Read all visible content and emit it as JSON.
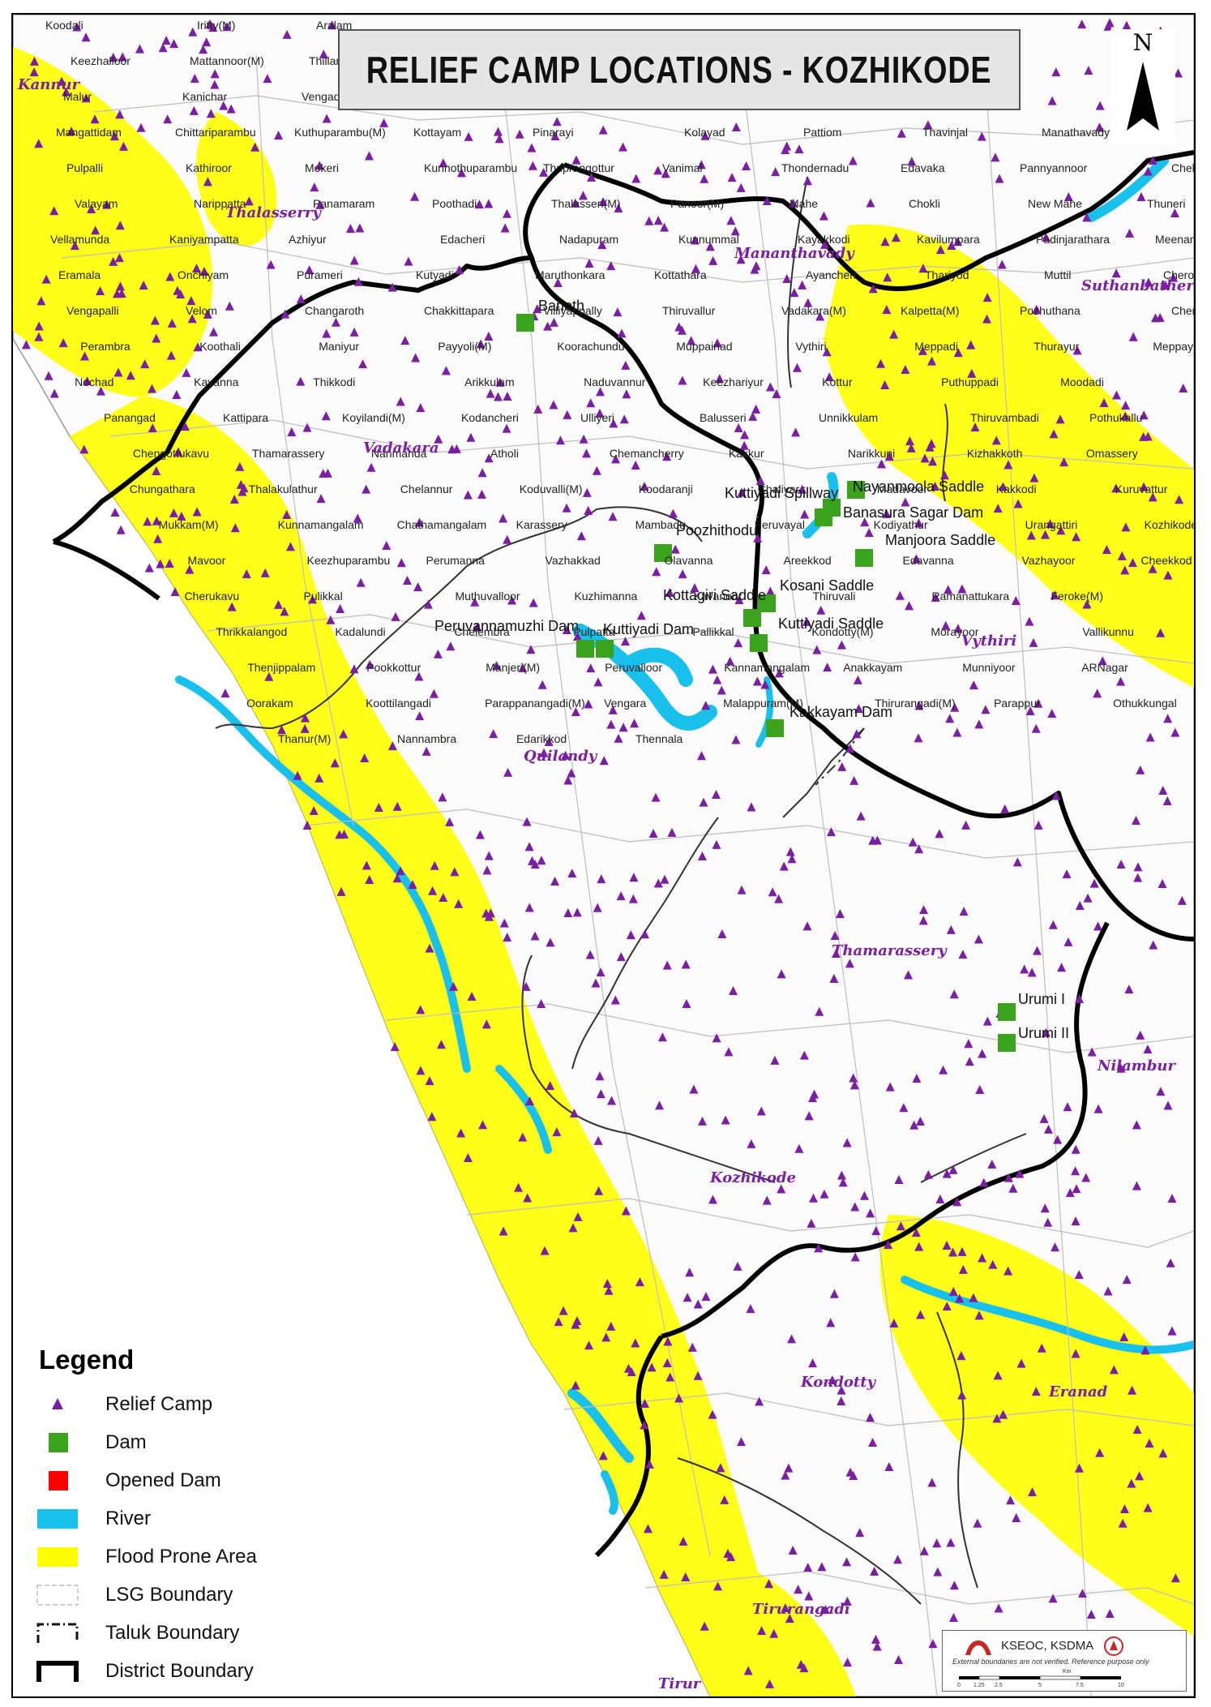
{
  "title": "RELIEF CAMP LOCATIONS - KOZHIKODE",
  "north_label": "N",
  "legend": {
    "heading": "Legend",
    "items": [
      {
        "key": "relief",
        "label": "Relief Camp",
        "color": "#7b1fa2",
        "icon": "triangle-icon"
      },
      {
        "key": "dam",
        "label": "Dam",
        "color": "#3aa31b",
        "icon": "square-icon"
      },
      {
        "key": "opened",
        "label": "Opened Dam",
        "color": "#ff0000",
        "icon": "square-icon"
      },
      {
        "key": "river",
        "label": "River",
        "color": "#19c0ec",
        "icon": "rect-icon"
      },
      {
        "key": "flood",
        "label": "Flood Prone Area",
        "color": "#ffff00",
        "icon": "rect-icon"
      },
      {
        "key": "lsg",
        "label": "LSG Boundary",
        "color": "#bdbdbd",
        "icon": "rect-icon"
      },
      {
        "key": "taluk",
        "label": "Taluk Boundary",
        "color": "#111111",
        "icon": "dashdot-line-icon"
      },
      {
        "key": "district",
        "label": "District Boundary",
        "color": "#000000",
        "icon": "thick-line-icon"
      }
    ]
  },
  "credit": {
    "organization": "KSEOC, KSDMA",
    "note": "External boundaries are not verified. Reference purpose only",
    "scale_unit": "Km",
    "scale_ticks": [
      "0",
      "1.25",
      "2.5",
      "5",
      "7.5",
      "10"
    ]
  },
  "dams": [
    {
      "name": "Banoth"
    },
    {
      "name": "Kuttiyadi Spillway"
    },
    {
      "name": "Nayanmoola Saddle"
    },
    {
      "name": "Banasura Sagar Dam"
    },
    {
      "name": "Manjoora Saddle"
    },
    {
      "name": "Poozhithodu"
    },
    {
      "name": "Kosani Saddle"
    },
    {
      "name": "Kottagiri Saddle"
    },
    {
      "name": "Kuttiyadi Saddle"
    },
    {
      "name": "Peruvannamuzhi Dam"
    },
    {
      "name": "Kuttiyadi Dam"
    },
    {
      "name": "Kakkayam Dam"
    },
    {
      "name": "Urumi I"
    },
    {
      "name": "Urumi II"
    }
  ],
  "taluks": [
    "Kannur",
    "Thalasserry",
    "Mananthavady",
    "Suthanbathery",
    "Vadakara",
    "Vythiri",
    "Quilandy",
    "Thamarassery",
    "Nilambur",
    "Kozhikode",
    "Kondotty",
    "Eranad",
    "Tirurangadi",
    "Tirur"
  ],
  "places": [
    "Koodali",
    "Iritty(M)",
    "Aralam",
    "Keezhalloor",
    "Mattannoor(M)",
    "Thillankeri",
    "Malur",
    "Kanichar",
    "Vengad",
    "Mangattidam",
    "Chittariparambu",
    "Kuthuparambu(M)",
    "Kottayam",
    "Pinarayi",
    "Kolayad",
    "Pattiom",
    "Thavinjal",
    "Manathavady(M)",
    "Pulpalli",
    "Kathiroor",
    "Mokeri",
    "Kunnothuparambu",
    "Thriprangottur",
    "Vanimal",
    "Thondernadu",
    "Edavaka",
    "Pannyannoor",
    "Chekkyad",
    "Valayam",
    "Narippatta",
    "Panamaram",
    "Poothadi",
    "Thalasseri(M)",
    "Panoor(M)",
    "Mahe",
    "Chokli",
    "New Mahe",
    "Thuneri",
    "Vellamunda",
    "Kaniyampatta",
    "Azhiyur",
    "Edacheri",
    "Nadapuram",
    "Kunnummal",
    "Kayakkodi",
    "Kavilumpara",
    "Padinjarathara",
    "Meenangadi",
    "Eramala",
    "Onchiyam",
    "Purameri",
    "Kutyadi",
    "Maruthonkara",
    "Kottathara",
    "Ayancheri",
    "Thariyod",
    "Muttil",
    "Cherode",
    "Vengapalli",
    "Velom",
    "Changaroth",
    "Chakkittapara",
    "Villiyappally",
    "Thiruvallur",
    "Vadakara(M)",
    "Kalpetta(M)",
    "Pozhuthana",
    "Cheruvannur",
    "Perambra",
    "Koothali",
    "Maniyur",
    "Payyoli(M)",
    "Koorachundu",
    "Muppainad",
    "Vythiri",
    "Meppadi",
    "Thurayur",
    "Meppayur",
    "Nochad",
    "Kayanna",
    "Thikkodi",
    "Arikkulam",
    "Naduvannur",
    "Keezhariyur",
    "Kottur",
    "Puthuppadi",
    "Moodadi",
    "Panangad",
    "Kattipara",
    "Koyilandi(M)",
    "Kodancheri",
    "Ulliyeri",
    "Balusseri",
    "Unnikkulam",
    "Thiruvambadi",
    "Pothukallu",
    "Chengottukavu",
    "Thamarassery",
    "Nanmanda",
    "Atholi",
    "Chemancherry",
    "Kakkur",
    "Narikkuni",
    "Kizhakkoth",
    "Omassery",
    "Chungathara",
    "Thalakulathur",
    "Chelannur",
    "Koduvalli(M)",
    "Koodaranji",
    "Chaliyar",
    "Madavoor",
    "Kakkodi",
    "Kuruvattur",
    "Mukkam(M)",
    "Kunnamangalam",
    "Chathamangalam",
    "Karassery",
    "Mambadu",
    "Peruvayal",
    "Kodiyathur",
    "Urangattiri",
    "Kozhikode(C)",
    "Mavoor",
    "Keezhuparambu",
    "Perumanna",
    "Vazhakkad",
    "Olavanna",
    "Areekkod",
    "Edavanna",
    "Vazhayoor",
    "Cheekkod",
    "Cherukavu",
    "Pulikkal",
    "Muthuvalloor",
    "Kuzhimanna",
    "Kavanoor",
    "Thiruvali",
    "Ramanattukara",
    "Feroke(M)",
    "Thrikkalangod",
    "Kadalundi",
    "Chelembra",
    "Pulpatta",
    "Pallikkal",
    "Kondotty(M)",
    "Morayoor",
    "Vallikunnu",
    "Thenjippalam",
    "Pookkottur",
    "Manjeri(M)",
    "Peruvalloor",
    "Kannamangalam",
    "Anakkayam",
    "Munniyoor",
    "ARNagar",
    "Oorakam",
    "Koottilangadi",
    "Parappanangadi(M)",
    "Vengara",
    "Malappuram(M)",
    "Thirurangadi(M)",
    "Parappur",
    "Othukkungal",
    "Thanur(M)",
    "Nannambra",
    "Edarikkod",
    "Thennala"
  ]
}
